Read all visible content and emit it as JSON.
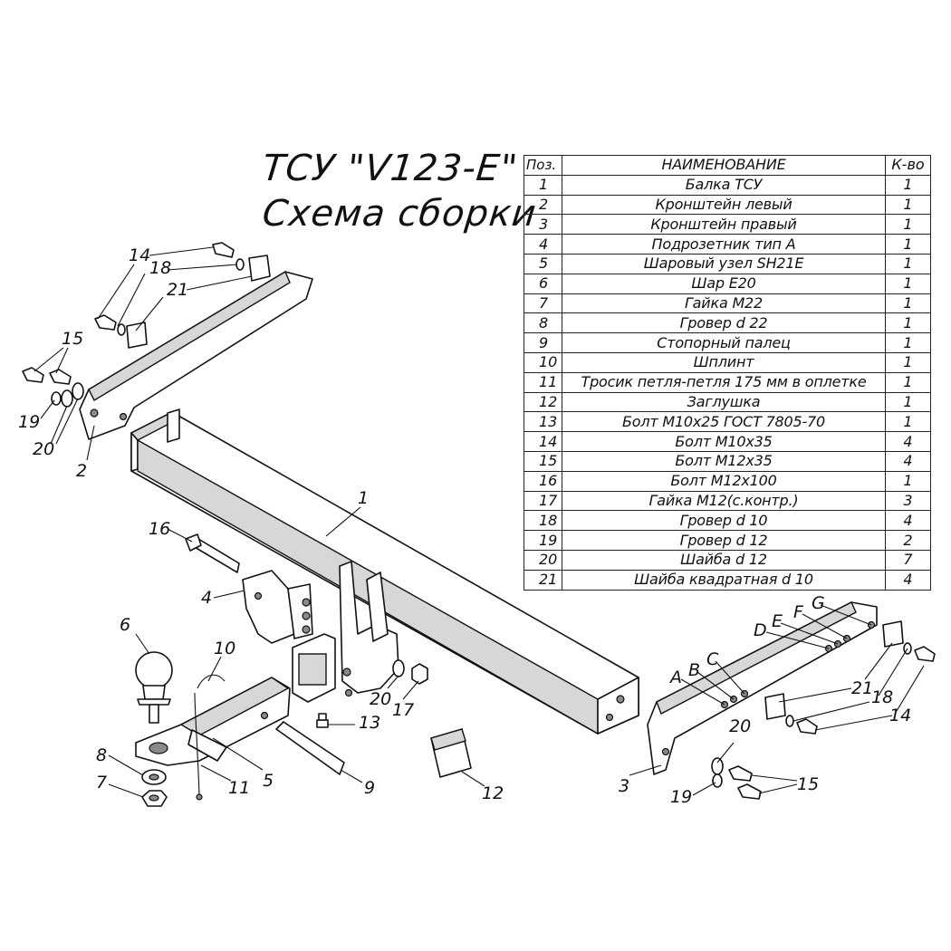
{
  "title": {
    "line1": "ТСУ \"V123-E\"",
    "line2": "Схема сборки"
  },
  "table": {
    "headers": {
      "pos": "Поз.",
      "name": "НАИМЕНОВАНИЕ",
      "qty": "К-во"
    },
    "rows": [
      {
        "pos": "1",
        "name": "Балка ТСУ",
        "qty": "1"
      },
      {
        "pos": "2",
        "name": "Кронштейн левый",
        "qty": "1"
      },
      {
        "pos": "3",
        "name": "Кронштейн правый",
        "qty": "1"
      },
      {
        "pos": "4",
        "name": "Подрозетник тип А",
        "qty": "1"
      },
      {
        "pos": "5",
        "name": "Шаровый узел SH21E",
        "qty": "1"
      },
      {
        "pos": "6",
        "name": "Шар E20",
        "qty": "1"
      },
      {
        "pos": "7",
        "name": "Гайка М22",
        "qty": "1"
      },
      {
        "pos": "8",
        "name": "Гровер d 22",
        "qty": "1"
      },
      {
        "pos": "9",
        "name": "Стопорный палец",
        "qty": "1"
      },
      {
        "pos": "10",
        "name": "Шплинт",
        "qty": "1"
      },
      {
        "pos": "11",
        "name": "Тросик петля-петля 175 мм в оплетке",
        "qty": "1"
      },
      {
        "pos": "12",
        "name": "Заглушка",
        "qty": "1"
      },
      {
        "pos": "13",
        "name": "Болт М10х25 ГОСТ 7805-70",
        "qty": "1"
      },
      {
        "pos": "14",
        "name": "Болт М10х35",
        "qty": "4"
      },
      {
        "pos": "15",
        "name": "Болт М12х35",
        "qty": "4"
      },
      {
        "pos": "16",
        "name": "Болт М12х100",
        "qty": "1"
      },
      {
        "pos": "17",
        "name": "Гайка М12(с.контр.)",
        "qty": "3"
      },
      {
        "pos": "18",
        "name": "Гровер d 10",
        "qty": "4"
      },
      {
        "pos": "19",
        "name": "Гровер d 12",
        "qty": "2"
      },
      {
        "pos": "20",
        "name": "Шайба d 12",
        "qty": "7"
      },
      {
        "pos": "21",
        "name": "Шайба квадратная d 10",
        "qty": "4"
      }
    ]
  },
  "callouts": {
    "n1": "1",
    "n2": "2",
    "n3": "3",
    "n4": "4",
    "n5": "5",
    "n6": "6",
    "n7": "7",
    "n8": "8",
    "n9": "9",
    "n10": "10",
    "n11": "11",
    "n12": "12",
    "n13": "13",
    "n14_left": "14",
    "n14_right": "14",
    "n15_left": "15",
    "n15_right": "15",
    "n16": "16",
    "n17": "17",
    "n18_left": "18",
    "n18_right": "18",
    "n19_left": "19",
    "n19_right": "19",
    "n20_left": "20",
    "n20_mid": "20",
    "n20_right": "20",
    "n21_left": "21",
    "n21_right": "21",
    "hole_a": "A",
    "hole_b": "B",
    "hole_c": "C",
    "hole_d": "D",
    "hole_e": "E",
    "hole_f": "F",
    "hole_g": "G"
  }
}
